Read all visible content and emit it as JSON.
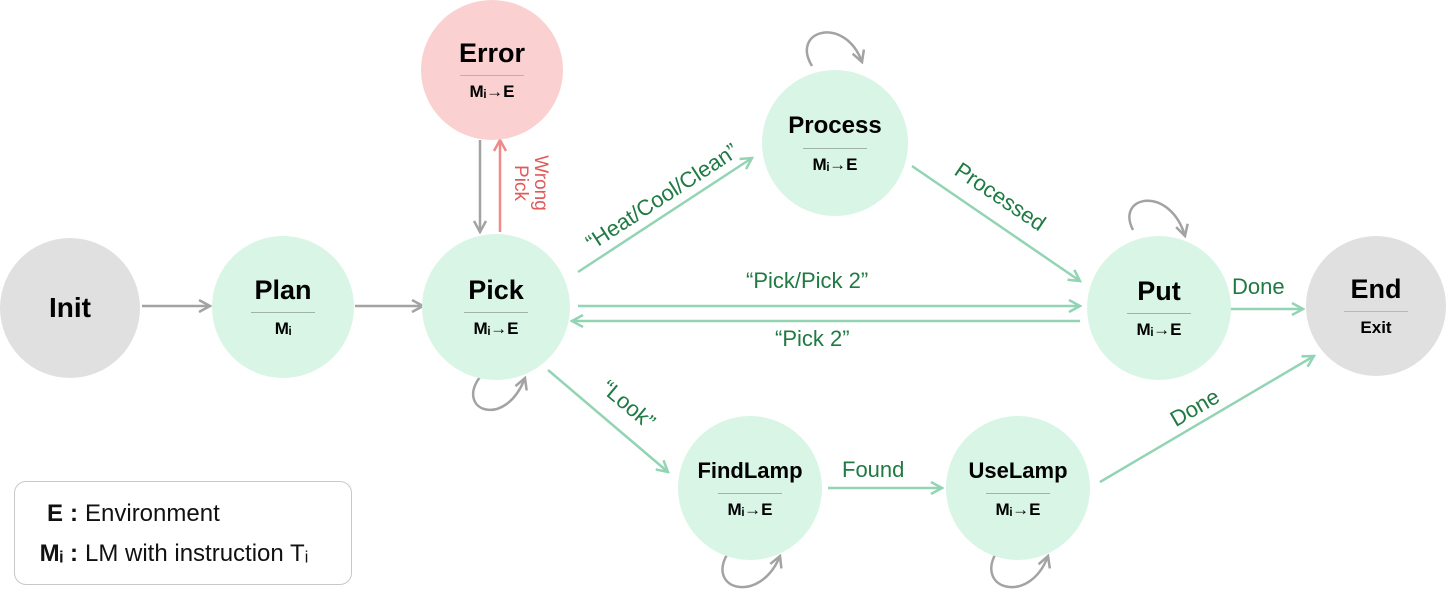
{
  "nodes": {
    "init": {
      "title": "Init"
    },
    "plan": {
      "title": "Plan",
      "sub": "Mᵢ"
    },
    "pick": {
      "title": "Pick",
      "sub": "Mᵢ→E"
    },
    "error": {
      "title": "Error",
      "sub": "Mᵢ→E"
    },
    "process": {
      "title": "Process",
      "sub": "Mᵢ→E"
    },
    "put": {
      "title": "Put",
      "sub": "Mᵢ→E"
    },
    "end": {
      "title": "End",
      "sub": "Exit"
    },
    "findlamp": {
      "title": "FindLamp",
      "sub": "Mᵢ→E"
    },
    "uselamp": {
      "title": "UseLamp",
      "sub": "Mᵢ→E"
    }
  },
  "edge_labels": {
    "wrong_pick_line1": "Wrong",
    "wrong_pick_line2": "Pick",
    "heat_cool_clean": "“Heat/Cool/Clean”",
    "processed": "Processed",
    "pick_pick2": "“Pick/Pick 2”",
    "pick2": "“Pick 2”",
    "look": "“Look”",
    "found": "Found",
    "done_put": "Done",
    "done_uselamp": "Done"
  },
  "legend": {
    "e_key": "E",
    "e_sep": ":",
    "e_text": "Environment",
    "m_key": "Mᵢ",
    "m_sep": ":",
    "m_text": "LM with instruction Tᵢ"
  },
  "colors": {
    "active_node": "#d8f5e6",
    "error_node": "#fbd0d0",
    "terminal_node": "#e0e0e0",
    "transition_arrow": "#93d4b4",
    "default_arrow": "#a3a3a3",
    "error_arrow": "#f08a8a",
    "label_green": "#1f7a43",
    "label_red": "#e05a5a"
  }
}
